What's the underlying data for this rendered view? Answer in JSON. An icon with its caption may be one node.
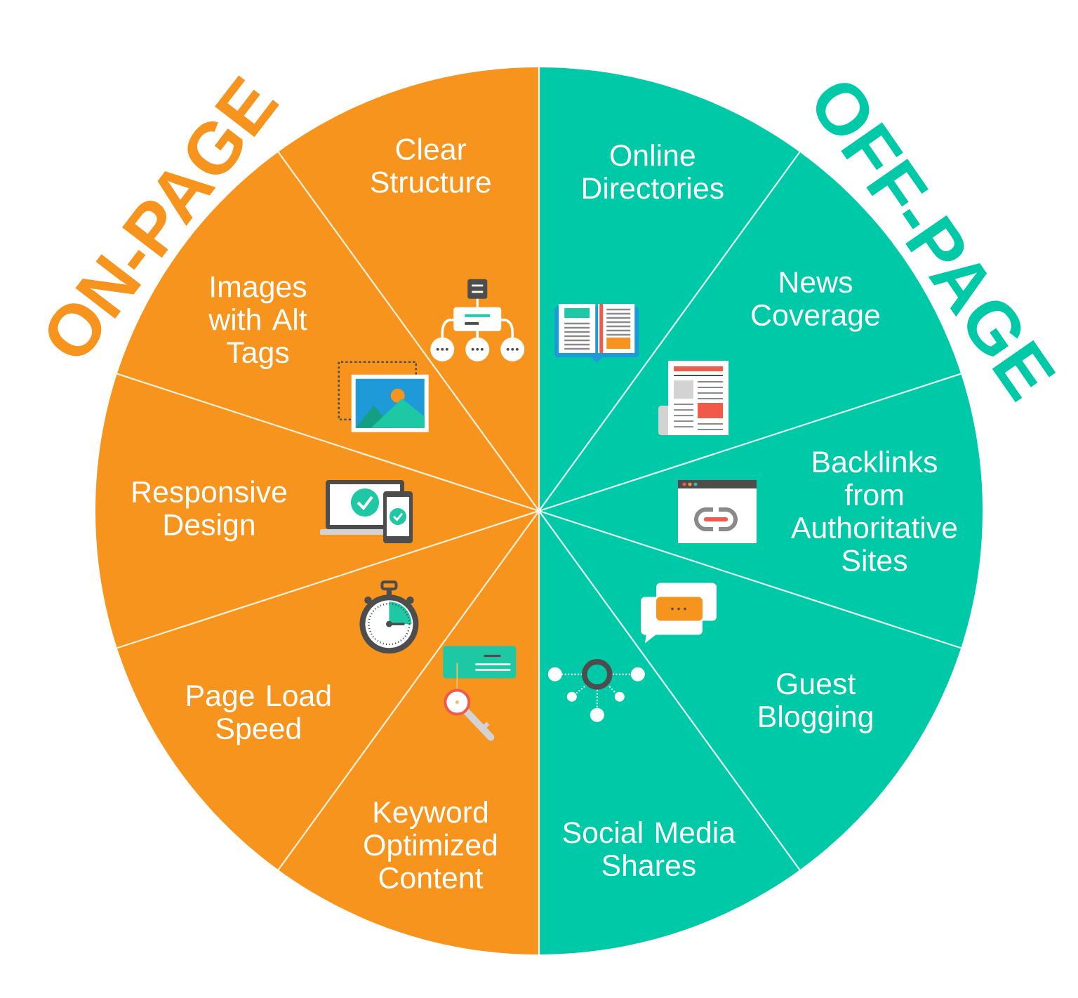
{
  "diagram": {
    "nodes": [
      {
        "text": [
          "ON-PAGE"
        ]
      },
      {
        "text": [
          "Clear Structure"
        ],
        "in": 0
      },
      {
        "text": [
          "Images with Alt Tags"
        ],
        "in": 0
      },
      {
        "text": [
          "Responsive Design"
        ],
        "in": 0
      },
      {
        "text": [
          "Page Load Speed"
        ],
        "in": 0
      },
      {
        "text": [
          "Keyword Optimized Content"
        ],
        "in": 0
      },
      {
        "text": [
          "OFF-PAGE"
        ]
      },
      {
        "text": [
          "Online Directories"
        ],
        "in": 6
      },
      {
        "text": [
          "News Coverage"
        ],
        "in": 6
      },
      {
        "text": [
          "Backlinks from Authoritative Sites"
        ],
        "in": 6
      },
      {
        "text": [
          "Guest Blogging"
        ],
        "in": 6
      },
      {
        "text": [
          "Social Media Shares"
        ],
        "in": 6
      }
    ]
  }
}
